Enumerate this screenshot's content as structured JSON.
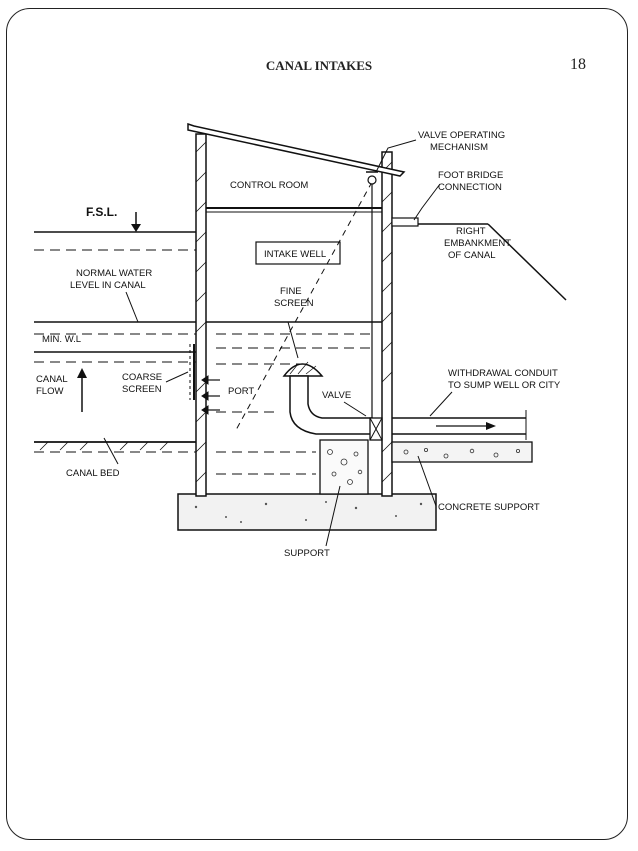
{
  "slide": {
    "title": "CANAL INTAKES",
    "page_number": "18"
  },
  "diagram": {
    "labels": {
      "valve_operating_1": "VALVE OPERATING",
      "valve_operating_2": "MECHANISM",
      "foot_bridge_1": "FOOT BRIDGE",
      "foot_bridge_2": "CONNECTION",
      "control_room": "CONTROL ROOM",
      "fsl": "F.S.L.",
      "intake_well": "INTAKE WELL",
      "right_emb_1": "RIGHT",
      "right_emb_2": "EMBANKMENT",
      "right_emb_3": "OF CANAL",
      "normal_water_1": "NORMAL WATER",
      "normal_water_2": "LEVEL IN CANAL",
      "fine_screen_1": "FINE",
      "fine_screen_2": "SCREEN",
      "min_wl": "MIN. W.L",
      "canal_flow_1": "CANAL",
      "canal_flow_2": "FLOW",
      "coarse_screen_1": "COARSE",
      "coarse_screen_2": "SCREEN",
      "port": "PORT",
      "valve": "VALVE",
      "withdrawal_1": "WITHDRAWAL CONDUIT",
      "withdrawal_2": "TO SUMP WELL OR CITY",
      "canal_bed": "CANAL BED",
      "concrete_support": "CONCRETE SUPPORT",
      "support": "SUPPORT"
    }
  }
}
